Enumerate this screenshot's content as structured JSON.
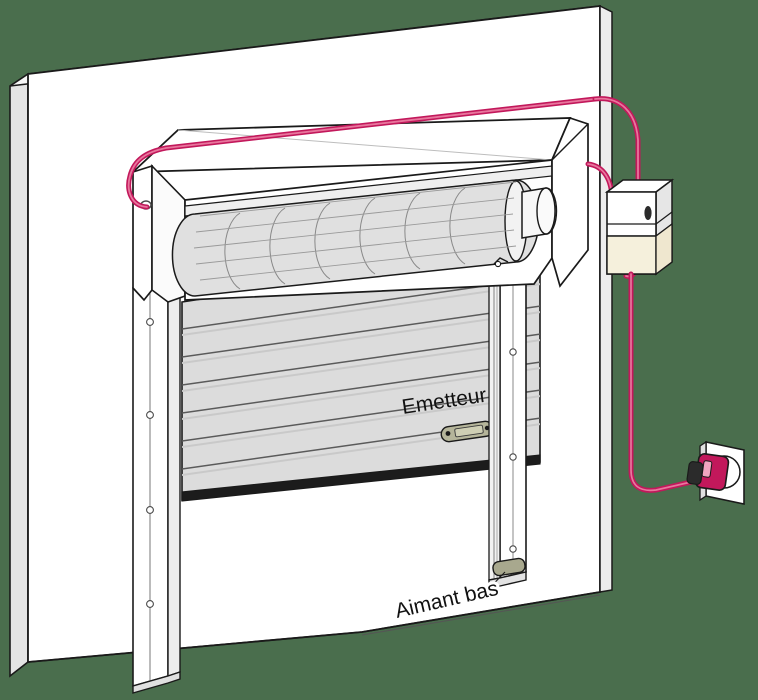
{
  "scene": {
    "title": "Installation volet roulant - emetteur et aimant bas",
    "background_color": "#4a6e4d",
    "wall_color": "#ffffff",
    "wall_shade_color": "#ededed",
    "outline_color": "#1a1a1a",
    "cable_color": "#c2185b",
    "cable_core_color": "#e8769d",
    "slat_color": "#dcdcdc",
    "slat_line_color": "#4d4d4d",
    "device_color": "#b5b59a",
    "box_panel_color": "#f5f0dc"
  },
  "labels": {
    "emitter": "Emetteur",
    "bottom_magnet": "Aimant bas"
  },
  "parts": {
    "wall": "mur",
    "headbox": "coffre volet roulant",
    "roller_tube": "tube d'enroulement",
    "motor": "moteur",
    "shutter_curtain": "tablier",
    "left_guide_rail": "coulisse gauche",
    "right_guide_rail": "coulisse droite",
    "control_unit": "boitier de commande",
    "power_outlet": "prise murale",
    "plug": "fiche d'alimentation",
    "emitter_device": "emetteur",
    "magnet_device": "aimant bas",
    "cable_headbox": "cable coffre",
    "cable_wall": "cable mur",
    "cable_power": "cable alimentation",
    "grommet": "passe-cable"
  }
}
